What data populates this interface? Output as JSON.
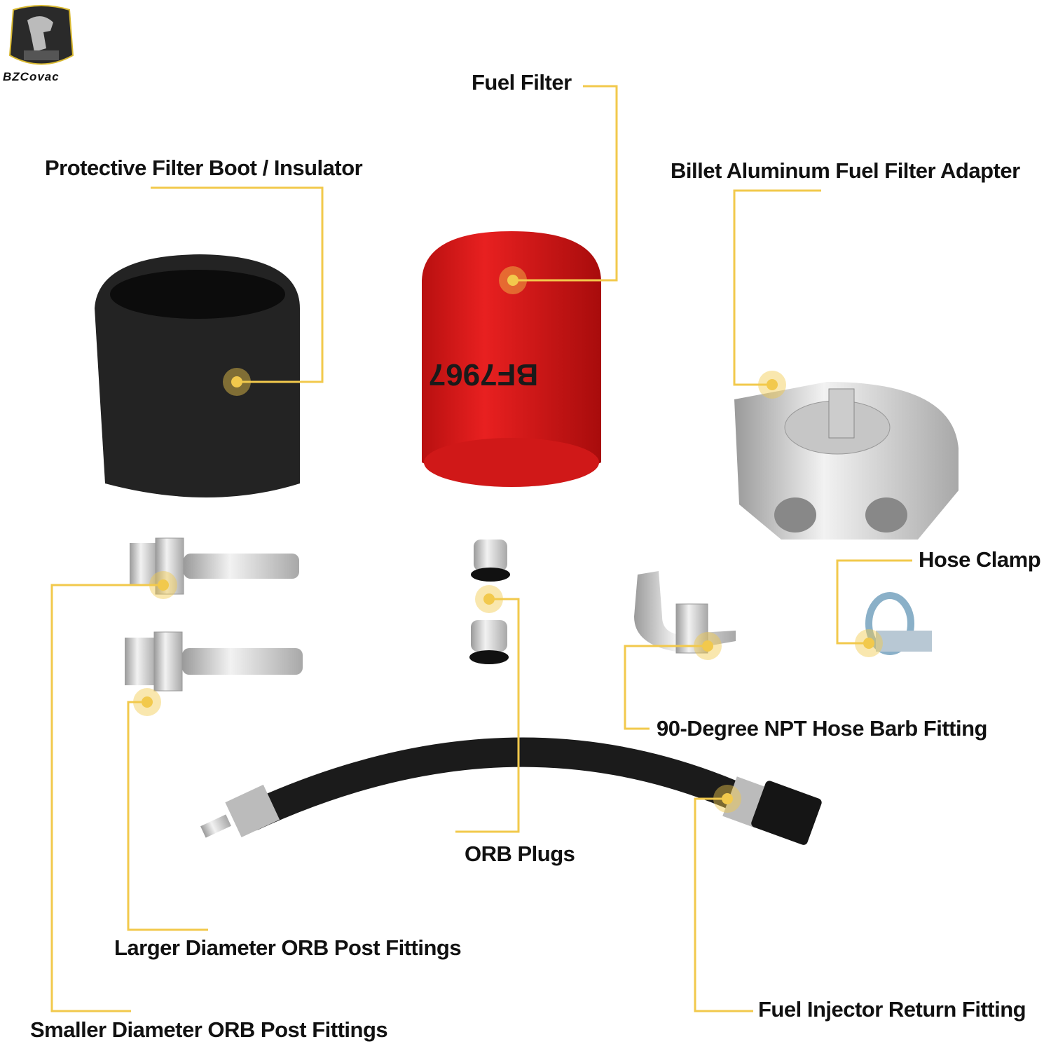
{
  "brand": {
    "name": "BZCovac"
  },
  "accent_color": "#f2c94c",
  "product_marking": "BF7967",
  "labels": {
    "fuel_filter": "Fuel Filter",
    "boot": "Protective Filter Boot / Insulator",
    "adapter": "Billet Aluminum Fuel Filter Adapter",
    "hose_clamp": "Hose Clamp",
    "hose_barb": "90-Degree NPT Hose Barb Fitting",
    "orb_plugs": "ORB Plugs",
    "larger_orb": "Larger Diameter ORB Post Fittings",
    "smaller_orb": "Smaller Diameter ORB Post Fittings",
    "return_fitting": "Fuel Injector Return Fitting"
  }
}
